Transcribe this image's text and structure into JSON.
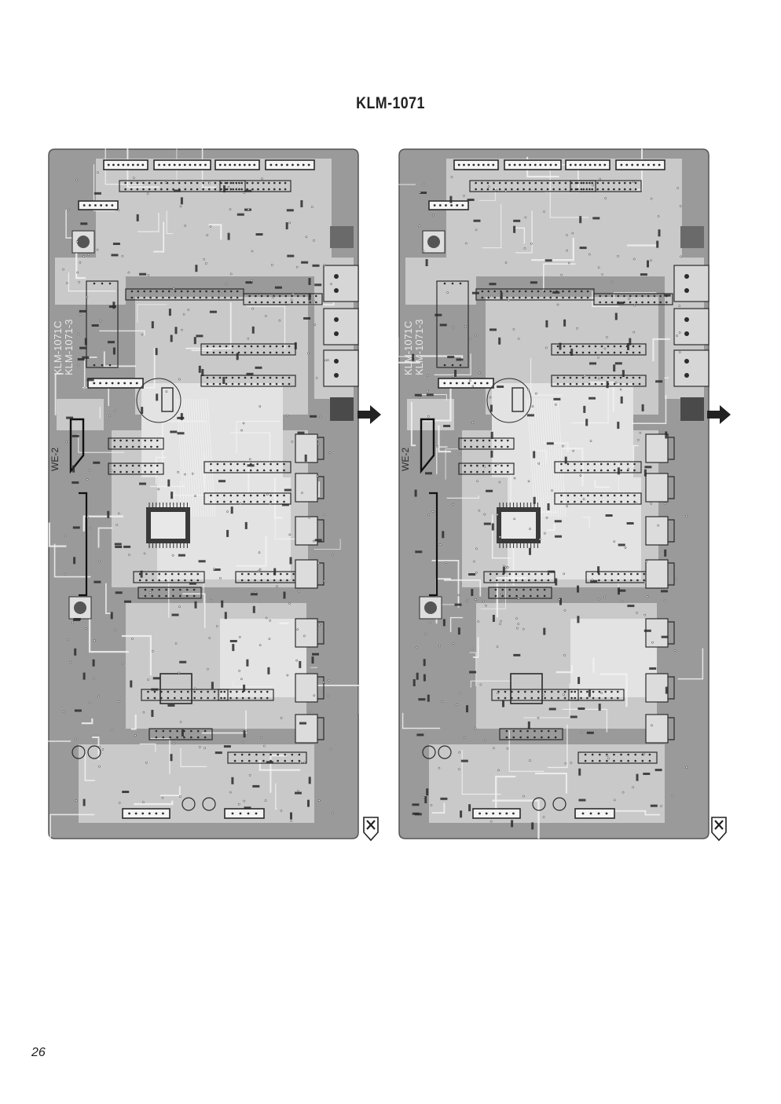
{
  "document": {
    "title": "KLM-1071",
    "page_number": "26"
  },
  "boards": [
    {
      "side": "left",
      "silkscreen_code": "KLM-1071C",
      "revision": "KLM-1071-3",
      "model_label": "WE-2"
    },
    {
      "side": "right",
      "silkscreen_code": "KLM-1071C",
      "revision": "KLM-1071-3",
      "model_label": "WE-2"
    }
  ],
  "colors": {
    "board_fill": "#9a9a9a",
    "board_light": "#c9c9c9",
    "board_lighter": "#e3e3e3",
    "trace": "#f2f2f2",
    "component": "#2b2b2b",
    "title": "#222222"
  },
  "icons": {
    "continuation_arrow": "arrow-right-icon",
    "bottom_marker": "x-box-down-icon"
  }
}
